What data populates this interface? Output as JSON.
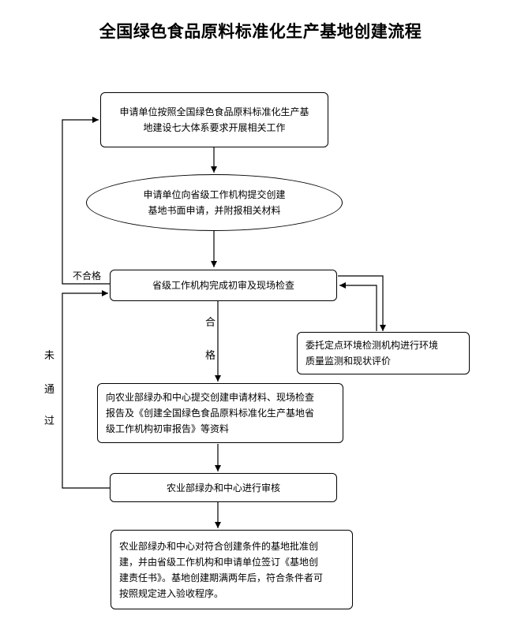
{
  "title": "全国绿色食品原料标准化生产基地创建流程",
  "steps": {
    "s1": [
      "申请单位按照全国绿色食品原料标准化生产基",
      "地建设七大体系要求开展相关工作"
    ],
    "s2": [
      "申请单位向省级工作机构提交创建",
      "基地书面申请，并附报相关材料"
    ],
    "s3": [
      "省级工作机构完成初审及现场检查"
    ],
    "s4": [
      "委托定点环境检测机构进行环境",
      "质量监测和现状评价"
    ],
    "s5": [
      "向农业部绿办和中心提交创建申请材料、现场检查",
      "报告及《创建全国绿色食品原料标准化生产基地省",
      "级工作机构初审报告》等资料"
    ],
    "s6": [
      "农业部绿办和中心进行审核"
    ],
    "s7": [
      "农业部绿办和中心对符合创建条件的基地批准创",
      "建，并由省级工作机构和申请单位签订《基地创",
      "建责任书》。基地创建期满两年后，符合条件者可",
      "按照规定进入验收程序。"
    ]
  },
  "labels": {
    "fail": "不合格",
    "pass1": "合",
    "pass2": "格",
    "notpass1": "未",
    "notpass2": "通",
    "notpass3": "过"
  }
}
